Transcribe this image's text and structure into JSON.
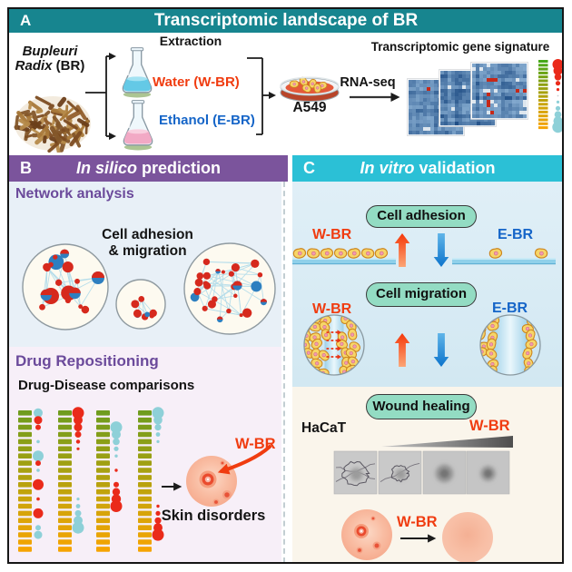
{
  "header": {
    "label": "A",
    "title": "Transcriptomic landscape of BR"
  },
  "panelA": {
    "source_line1": "Bupleuri",
    "source_line2_italic": "Radix",
    "source_line2_plain": " (BR)",
    "extraction": "Extraction",
    "water": "Water (W-BR)",
    "ethanol": "Ethanol (E-BR)",
    "cell_line": "A549",
    "rnaseq": "RNA-seq",
    "signature": "Transcriptomic gene signature"
  },
  "panelB": {
    "label": "B",
    "title_italic": "In silico",
    "title_rest": " prediction",
    "network_heading": "Network analysis",
    "network_caption1": "Cell adhesion",
    "network_caption2": "& migration",
    "drug_heading": "Drug Repositioning",
    "drug_caption": "Drug-Disease comparisons",
    "skin_label": "Skin disorders"
  },
  "panelC": {
    "label": "C",
    "title_italic": "In vitro",
    "title_rest": " validation",
    "pill_adhesion": "Cell adhesion",
    "pill_migration": "Cell migration",
    "pill_wound": "Wound healing",
    "hacat": "HaCaT"
  },
  "labels": {
    "wbr": "W-BR",
    "ebr": "E-BR"
  },
  "colors": {
    "teal_banner": "#17858f",
    "purple_banner": "#7b549c",
    "cyan_banner": "#2bc0d6",
    "purple_text": "#6b4a9b",
    "red_accent": "#f03c10",
    "blue_accent": "#1565c8",
    "network_bg": "#e8f0f7",
    "drug_bg": "#f7eff8",
    "invitro_bg": "#e0eff7",
    "wound_bg": "#faf5eb",
    "pill_fill": "#93dcc3",
    "node_red": "#d6291d",
    "node_blue": "#2e7fc0",
    "edge_blue": "#b2dcea",
    "dot_red": "#ea2a1a",
    "dot_teal": "#8ed0d8",
    "bar_olive": "#6f9c1e",
    "bar_gold": "#f5a402",
    "cell_fill": "#f6d568",
    "cell_stroke": "#cd851d",
    "strip_blue": "#8fd0ea",
    "up_arrow": "#f5380a",
    "down_arrow": "#0c74cc",
    "heat_blue": "#2a62a0",
    "heat_red": "#c62818"
  },
  "decor": {
    "drug_columns": {
      "bar_count": 20,
      "dots": [
        [
          [
            0,
            "t",
            5
          ],
          [
            1,
            "r",
            4.5
          ],
          [
            2,
            "r",
            3
          ],
          [
            4,
            "t",
            1.8
          ],
          [
            6,
            "t",
            6
          ],
          [
            7,
            "r",
            3
          ],
          [
            8,
            "t",
            1.8
          ],
          [
            10,
            "r",
            6
          ],
          [
            12,
            "r",
            1.8
          ],
          [
            14,
            "r",
            5.5
          ],
          [
            16,
            "t",
            3
          ],
          [
            17,
            "t",
            4.5
          ]
        ],
        [
          [
            0,
            "r",
            6.5
          ],
          [
            1,
            "r",
            5
          ],
          [
            2,
            "r",
            4.5
          ],
          [
            3,
            "r",
            3.5
          ],
          [
            4,
            "r",
            2.2
          ],
          [
            5,
            "r",
            1.6
          ],
          [
            12,
            "t",
            1.6
          ],
          [
            13,
            "t",
            2.4
          ],
          [
            14,
            "t",
            3.5
          ],
          [
            15,
            "t",
            5
          ],
          [
            16,
            "t",
            6.5
          ]
        ],
        [
          [
            2,
            "t",
            6.5
          ],
          [
            3,
            "t",
            5
          ],
          [
            4,
            "t",
            3.8
          ],
          [
            5,
            "t",
            2.6
          ],
          [
            6,
            "t",
            1.7
          ],
          [
            8,
            "r",
            1.7
          ],
          [
            10,
            "r",
            3
          ],
          [
            11,
            "r",
            4.2
          ],
          [
            12,
            "r",
            5.2
          ],
          [
            13,
            "r",
            6.5
          ]
        ],
        [
          [
            0,
            "t",
            6.5
          ],
          [
            1,
            "t",
            4.8
          ],
          [
            2,
            "t",
            3.6
          ],
          [
            3,
            "t",
            2.4
          ],
          [
            4,
            "t",
            1.6
          ],
          [
            13,
            "r",
            1.7
          ],
          [
            14,
            "r",
            2.6
          ],
          [
            15,
            "r",
            3.6
          ],
          [
            16,
            "r",
            5
          ],
          [
            17,
            "r",
            6.5
          ]
        ]
      ]
    },
    "legend_dots": [
      [
        "r",
        6
      ],
      [
        "r",
        5
      ],
      [
        "r",
        3.8
      ],
      [
        "r",
        2.6
      ],
      [
        "r",
        1.6
      ],
      [
        "x",
        0.9
      ],
      [
        "t",
        1.6
      ],
      [
        "t",
        2.6
      ],
      [
        "t",
        3.8
      ],
      [
        "t",
        5
      ],
      [
        "t",
        6.2
      ]
    ],
    "skin_spots_main": [
      [
        -4,
        -2,
        9.5,
        "ring"
      ],
      [
        17,
        15,
        5,
        "dot"
      ],
      [
        5,
        23,
        3.5,
        "dot"
      ],
      [
        12,
        -20,
        2.5,
        "dot"
      ]
    ],
    "skin_spots_wound": [
      [
        -6,
        -4,
        8,
        "ring"
      ],
      [
        11,
        12,
        4.5,
        "dot"
      ],
      [
        -8,
        17,
        3.5,
        "dot"
      ],
      [
        7,
        -18,
        2.5,
        "dot"
      ]
    ],
    "seeds": {
      "roots": 7,
      "heat": [
        11,
        22,
        33
      ],
      "nets": [
        101,
        202,
        303
      ],
      "mig": [
        41,
        42
      ],
      "wound": [
        51,
        52,
        53,
        54
      ]
    }
  }
}
